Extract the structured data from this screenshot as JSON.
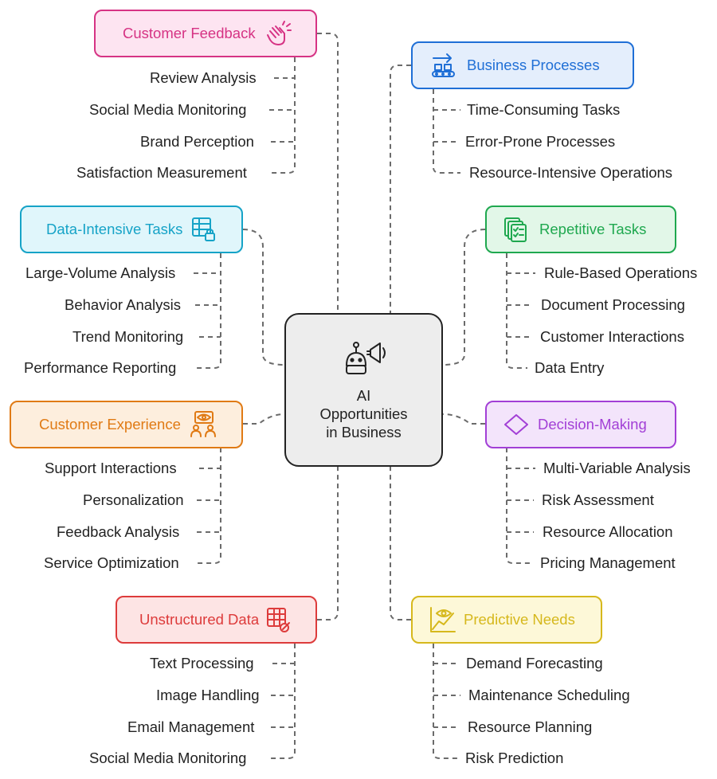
{
  "center": {
    "title_lines": [
      "AI",
      "Opportunities",
      "in Business"
    ],
    "icon": "robot-megaphone-icon"
  },
  "branches": {
    "customer_feedback": {
      "title": "Customer Feedback",
      "icon": "clapping-hands-icon",
      "color": "#d63384",
      "fill": "#fde4f1",
      "items": [
        "Review Analysis",
        "Social Media Monitoring",
        "Brand Perception",
        "Satisfaction Measurement"
      ]
    },
    "business_processes": {
      "title": "Business Processes",
      "icon": "conveyor-belt-icon",
      "color": "#1f6fd6",
      "fill": "#e4eefc",
      "items": [
        "Time-Consuming Tasks",
        "Error-Prone Processes",
        "Resource-Intensive Operations"
      ]
    },
    "data_intensive_tasks": {
      "title": "Data-Intensive Tasks",
      "icon": "table-lock-icon",
      "color": "#16a3c7",
      "fill": "#e0f6fb",
      "items": [
        "Large-Volume Analysis",
        "Behavior Analysis",
        "Trend Monitoring",
        "Performance Reporting"
      ]
    },
    "repetitive_tasks": {
      "title": "Repetitive Tasks",
      "icon": "document-checklist-icon",
      "color": "#1fa84f",
      "fill": "#e2f7e8",
      "items": [
        "Rule-Based Operations",
        "Document Processing",
        "Customer Interactions",
        "Data Entry"
      ]
    },
    "customer_experience": {
      "title": "Customer Experience",
      "icon": "people-eye-icon",
      "color": "#e07a14",
      "fill": "#fdeedd",
      "items": [
        "Support Interactions",
        "Personalization",
        "Feedback Analysis",
        "Service Optimization"
      ]
    },
    "decision_making": {
      "title": "Decision-Making",
      "icon": "diamond-icon",
      "color": "#a23fd6",
      "fill": "#f3e4fb",
      "items": [
        "Multi-Variable Analysis",
        "Risk Assessment",
        "Resource Allocation",
        "Pricing Management"
      ]
    },
    "unstructured_data": {
      "title": "Unstructured Data",
      "icon": "table-edit-icon",
      "color": "#dd3b3b",
      "fill": "#fde4e4",
      "items": [
        "Text Processing",
        "Image Handling",
        "Email Management",
        "Social Media Monitoring"
      ]
    },
    "predictive_needs": {
      "title": "Predictive Needs",
      "icon": "chart-eye-icon",
      "color": "#d6b81c",
      "fill": "#fdf8d8",
      "items": [
        "Demand Forecasting",
        "Maintenance Scheduling",
        "Resource Planning",
        "Risk Prediction"
      ]
    }
  }
}
